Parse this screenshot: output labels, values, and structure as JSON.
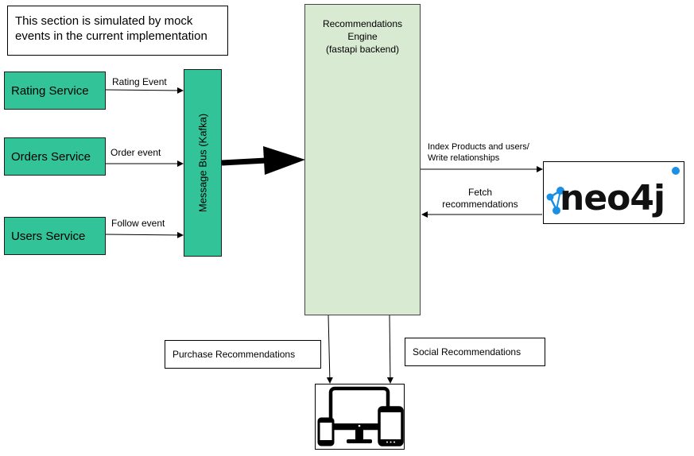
{
  "note": {
    "line1": "This section is simulated by mock",
    "line2": "events in the current implementation"
  },
  "services": {
    "rating": "Rating Service",
    "orders": "Orders Service",
    "users": "Users Service"
  },
  "events": {
    "rating": "Rating Event",
    "order": "Order event",
    "follow": "Follow event"
  },
  "bus": {
    "label": "Message Bus (Kafka)"
  },
  "engine": {
    "line1": "Recommendations",
    "line2": "Engine",
    "line3": "(fastapi backend)"
  },
  "edges": {
    "index_line1": "Index Products and users/",
    "index_line2": "Write relationships",
    "fetch_line1": "Fetch",
    "fetch_line2": "recommendations"
  },
  "neo4j": {
    "logo_text": "neo4j"
  },
  "outputs": {
    "purchase": "Purchase Recommendations",
    "social": "Social Recommendations"
  },
  "colors": {
    "service_green": "#33c398",
    "engine_green": "#d9ead3",
    "neo4j_blue": "#1a8fe3"
  },
  "icons": [
    "neo4j-logo-icon",
    "devices-icon"
  ]
}
